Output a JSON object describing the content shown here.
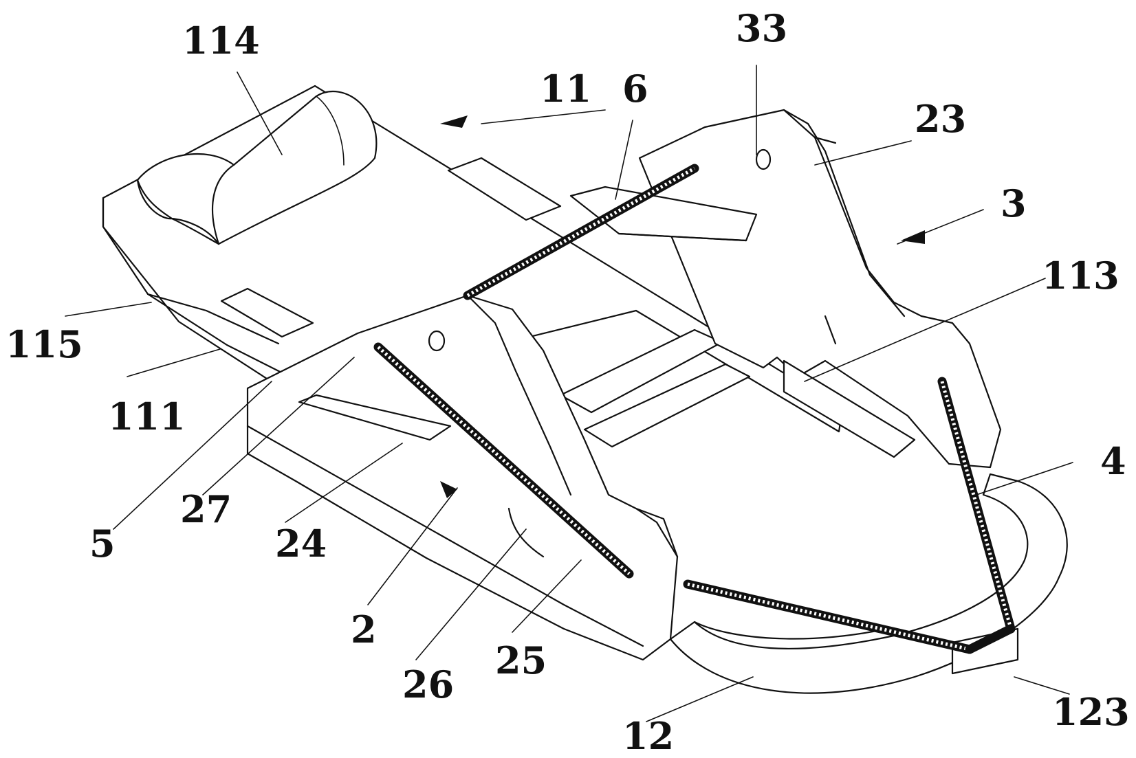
{
  "labels": {
    "l114": "114",
    "l11": "11",
    "l6": "6",
    "l33": "33",
    "l23": "23",
    "l3": "3",
    "l113": "113",
    "l115": "115",
    "l111": "111",
    "l4": "4",
    "l5": "5",
    "l27": "27",
    "l24": "24",
    "l2": "2",
    "l26": "26",
    "l25": "25",
    "l12": "12",
    "l123": "123"
  }
}
